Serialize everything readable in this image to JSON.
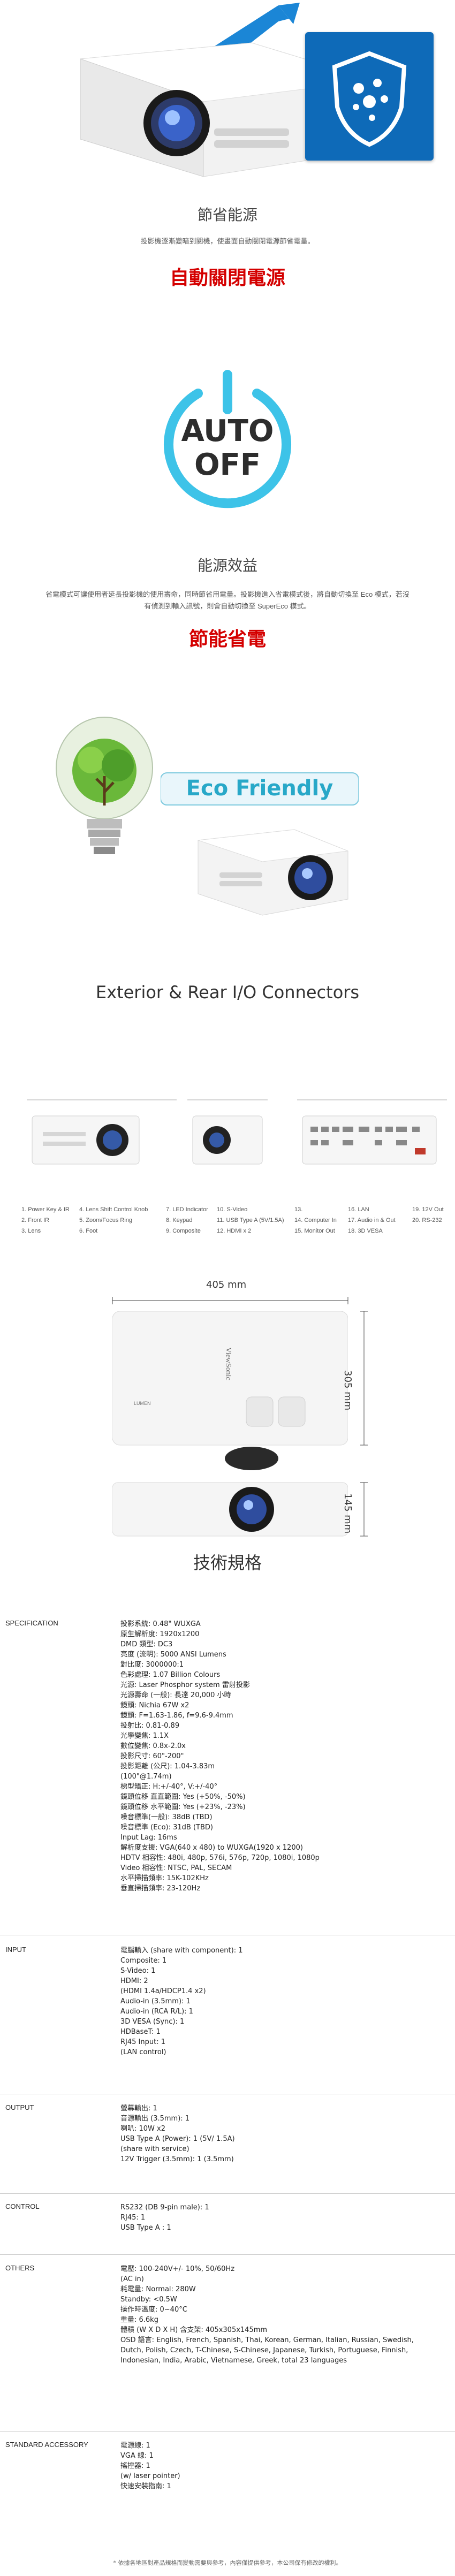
{
  "energy_saving": {
    "title": "節省能源",
    "desc": "投影機逐漸變暗到關機，使畫面自動關閉電源節省電量。",
    "headline": "自動關閉電源",
    "auto_off_line1": "AUTO",
    "auto_off_line2": "OFF"
  },
  "efficiency": {
    "title": "能源效益",
    "desc_line1": "省電模式可讓使用者延長投影機的使用壽命，同時節省用電量。投影機進入省電模式後，將自動切換至 Eco 模式，若沒",
    "desc_line2": "有偵測到輸入訊號，則會自動切換至 SuperEco 模式。",
    "headline": "節能省電"
  },
  "eco_banner": {
    "label": "Eco Friendly"
  },
  "io": {
    "title": "Exterior & Rear I/O Connectors",
    "legend_cols": [
      [
        "1. Power Key & IR",
        "2. Front IR",
        "3. Lens"
      ],
      [
        "4. Lens Shift Control Knob",
        "5. Zoom/Focus Ring",
        "6. Foot"
      ],
      [
        "7. LED Indicator",
        "8. Keypad",
        "9. Composite"
      ],
      [
        "10. S-Video",
        "11. USB Type A (5V/1.5A)",
        "12. HDMI x 2"
      ],
      [
        "13.",
        "14. Computer In",
        "15. Monitor Out"
      ],
      [
        "16. LAN",
        "17. Audio in & Out",
        "18. 3D VESA"
      ],
      [
        "19. 12V Out",
        "20. RS-232"
      ]
    ]
  },
  "dimensions": {
    "width": "405 mm",
    "depth": "305 mm",
    "height": "145 mm",
    "brand": "ViewSonic"
  },
  "specs": {
    "title": "技術規格",
    "sections": [
      {
        "label": "SPECIFICATION",
        "lines": [
          "投影系統: 0.48\" WUXGA",
          "原生解析度: 1920x1200",
          "DMD 類型: DC3",
          "亮度 (流明): 5000 ANSI Lumens",
          "對比度: 3000000:1",
          "色彩處理: 1.07 Billion Colours",
          "光源: Laser Phosphor system 雷射投影",
          "光源壽命 (一般): 長達 20,000 小時",
          "鏡頭: Nichia 67W x2",
          "鏡頭: F=1.63-1.86, f=9.6-9.4mm",
          "投射比: 0.81-0.89",
          "光學變焦: 1.1X",
          "數位變焦: 0.8x-2.0x",
          "投影尺寸: 60\"-200\"",
          "投影距離 (公尺): 1.04-3.83m",
          "(100\"@1.74m)",
          "梯型矯正: H:+/-40°, V:+/-40°",
          "鏡頭位移 直直範圍: Yes (+50%, -50%)",
          "鏡頭位移 水平範圍: Yes (+23%, -23%)",
          "噪音標準(一般): 38dB (TBD)",
          "噪音標準 (Eco): 31dB (TBD)",
          "Input Lag: 16ms",
          "解析度支援: VGA(640 x 480) to WUXGA(1920 x 1200)",
          "HDTV 相容性: 480i, 480p, 576i, 576p, 720p, 1080i, 1080p",
          "Video 相容性: NTSC, PAL, SECAM",
          "水平掃描頻率: 15K-102KHz",
          "垂直掃描頻率: 23-120Hz"
        ]
      },
      {
        "label": "INPUT",
        "lines": [
          "電腦輸入 (share with component): 1",
          "Composite: 1",
          "S-Video: 1",
          "HDMI: 2",
          "(HDMI 1.4a/HDCP1.4 x2)",
          "Audio-in (3.5mm): 1",
          "Audio-in (RCA R/L): 1",
          "3D VESA (Sync): 1",
          "HDBaseT: 1",
          "RJ45 Input: 1",
          "(LAN control)"
        ]
      },
      {
        "label": "OUTPUT",
        "lines": [
          "螢幕輸出: 1",
          "音源輸出 (3.5mm): 1",
          "喇叭: 10W x2",
          "USB Type A (Power): 1 (5V/ 1.5A)",
          "(share with service)",
          "12V Trigger (3.5mm): 1 (3.5mm)"
        ]
      },
      {
        "label": "CONTROL",
        "lines": [
          "RS232 (DB 9-pin male): 1",
          "RJ45: 1",
          "USB Type A : 1"
        ]
      },
      {
        "label": "OTHERS",
        "lines": [
          "電壓: 100-240V+/- 10%, 50/60Hz",
          "(AC in)",
          "耗電量: Normal: 280W",
          "Standby: <0.5W",
          "操作時溫度: 0~40°C",
          "重量: 6.6kg",
          "體積 (W X D X H) 含支架: 405x305x145mm",
          "OSD 語言: English, French, Spanish, Thai, Korean, German, Italian, Russian, Swedish,",
          "Dutch, Polish, Czech, T-Chinese, S-Chinese, Japanese, Turkish, Portuguese, Finnish,",
          "Indonesian, India, Arabic, Vietnamese, Greek, total 23 languages"
        ]
      },
      {
        "label": "STANDARD ACCESSORY",
        "lines": [
          "電源線: 1",
          "VGA 線: 1",
          "搖控器: 1",
          "(w/ laser pointer)",
          "快速安裝指南: 1"
        ]
      }
    ],
    "footnote": "* 依據各地區對產品規格而變動需要與參考，內容僅提供參考，本公司保有修改的權利。"
  }
}
